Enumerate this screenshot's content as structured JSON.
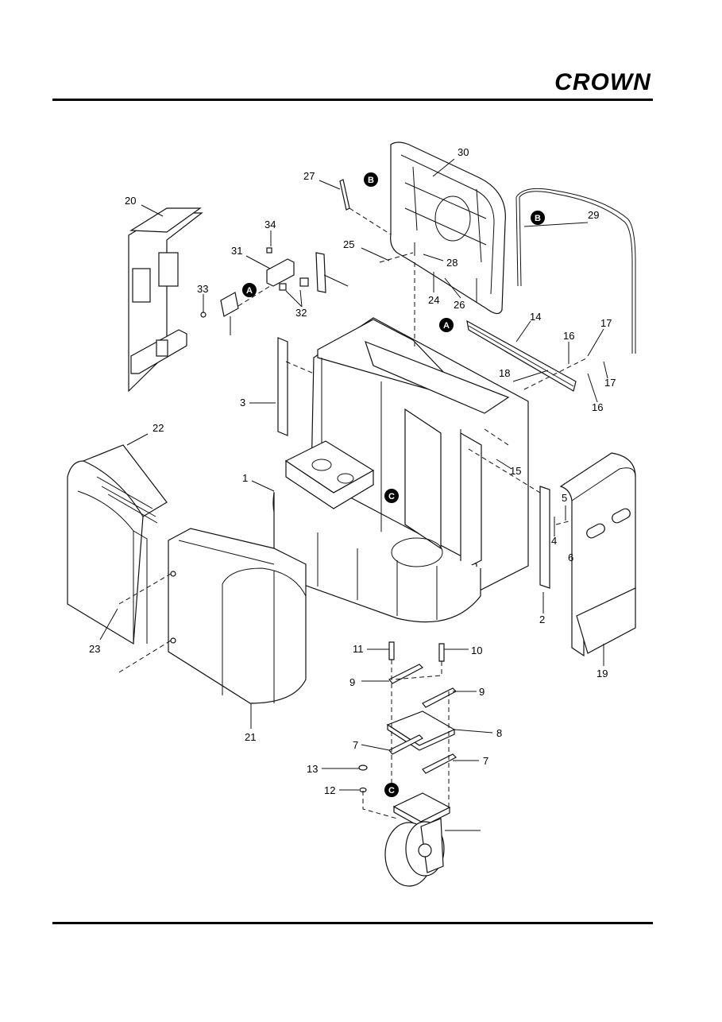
{
  "header": {
    "logo_text": "CROWN"
  },
  "callouts": [
    {
      "id": "c30",
      "label": "30"
    },
    {
      "id": "c27",
      "label": "27"
    },
    {
      "id": "c29",
      "label": "29"
    },
    {
      "id": "c20",
      "label": "20"
    },
    {
      "id": "c34",
      "label": "34"
    },
    {
      "id": "c31",
      "label": "31"
    },
    {
      "id": "c25",
      "label": "25"
    },
    {
      "id": "c28",
      "label": "28"
    },
    {
      "id": "c33",
      "label": "33"
    },
    {
      "id": "c32",
      "label": "32"
    },
    {
      "id": "c24",
      "label": "24"
    },
    {
      "id": "c26",
      "label": "26"
    },
    {
      "id": "c14",
      "label": "14"
    },
    {
      "id": "c16a",
      "label": "16"
    },
    {
      "id": "c17a",
      "label": "17"
    },
    {
      "id": "c18",
      "label": "18"
    },
    {
      "id": "c17b",
      "label": "17"
    },
    {
      "id": "c16b",
      "label": "16"
    },
    {
      "id": "c3",
      "label": "3"
    },
    {
      "id": "c15",
      "label": "15"
    },
    {
      "id": "c22",
      "label": "22"
    },
    {
      "id": "c1",
      "label": "1"
    },
    {
      "id": "c5",
      "label": "5"
    },
    {
      "id": "c4",
      "label": "4"
    },
    {
      "id": "c6",
      "label": "6"
    },
    {
      "id": "c2",
      "label": "2"
    },
    {
      "id": "c23",
      "label": "23"
    },
    {
      "id": "c19",
      "label": "19"
    },
    {
      "id": "c11",
      "label": "11"
    },
    {
      "id": "c10",
      "label": "10"
    },
    {
      "id": "c9a",
      "label": "9"
    },
    {
      "id": "c9b",
      "label": "9"
    },
    {
      "id": "c8",
      "label": "8"
    },
    {
      "id": "c21",
      "label": "21"
    },
    {
      "id": "c7a",
      "label": "7"
    },
    {
      "id": "c7b",
      "label": "7"
    },
    {
      "id": "c13",
      "label": "13"
    },
    {
      "id": "c12",
      "label": "12"
    }
  ],
  "reference_markers": [
    {
      "id": "rB1",
      "label": "B"
    },
    {
      "id": "rB2",
      "label": "B"
    },
    {
      "id": "rA1",
      "label": "A"
    },
    {
      "id": "rA2",
      "label": "A"
    },
    {
      "id": "rC1",
      "label": "C"
    },
    {
      "id": "rC2",
      "label": "C"
    }
  ]
}
